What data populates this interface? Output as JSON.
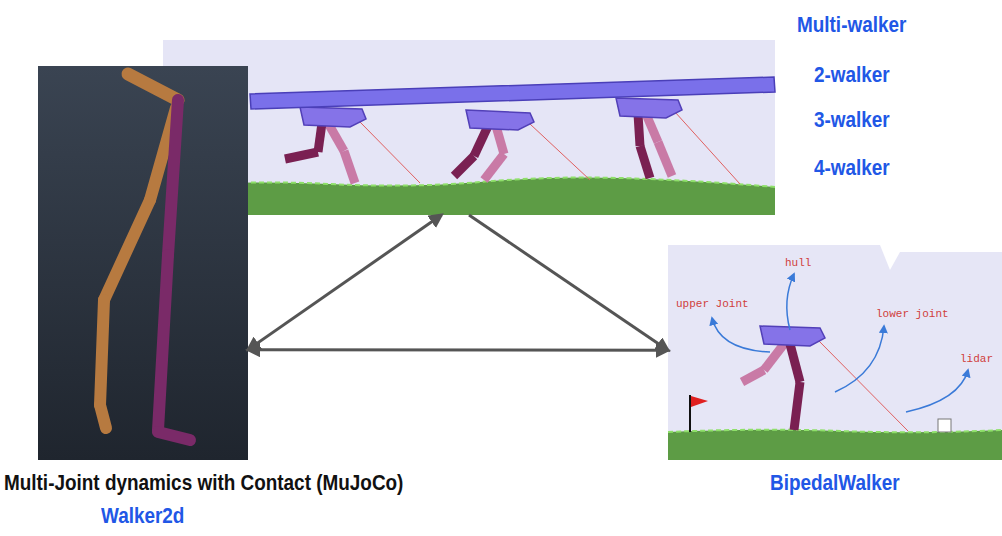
{
  "diagram": {
    "nodes": [
      {
        "text": [
          "Multi-walker",
          "2-walker",
          "3-walker",
          "4-walker"
        ]
      },
      {
        "text": [
          "Multi-Joint dynamics with Contact (MuJoCo)",
          "Walker2d"
        ]
      },
      {
        "text": [
          "BipedalWalker"
        ]
      }
    ],
    "edges": [
      {
        "from": 0,
        "to": 1,
        "arrow": "both"
      },
      {
        "from": 0,
        "to": 2,
        "arrow": "to"
      },
      {
        "from": 1,
        "to": 2,
        "arrow": "both"
      }
    ],
    "labels": [
      "hull",
      "upper Joint",
      "lower joint",
      "lidar"
    ]
  }
}
